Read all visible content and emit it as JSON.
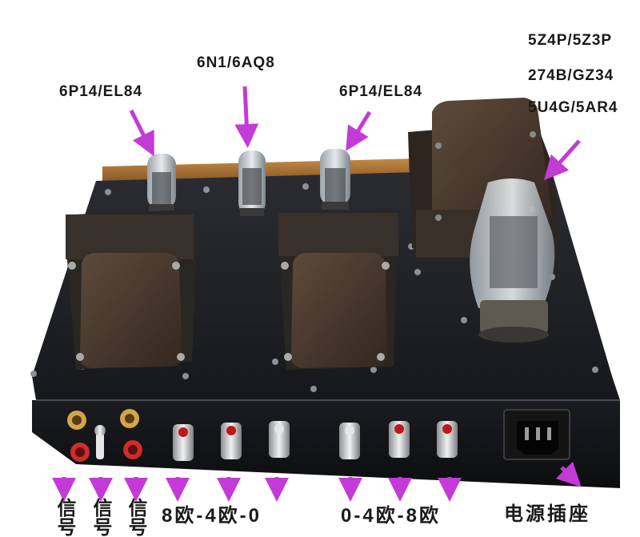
{
  "colors": {
    "arrow": "#c43ad6",
    "chassis_top": "#1c1d21",
    "chassis_front": "#101114",
    "transformer_bell": "#4a3b30",
    "wood": "#b07a3a",
    "gold": "#c9a24a",
    "red": "#c81e1e"
  },
  "labels": {
    "tube_left": "6P14/EL84",
    "tube_mid": "6N1/6AQ8",
    "tube_right": "6P14/EL84",
    "rectifier_line1": "5Z4P/5Z3P",
    "rectifier_line2": "274B/GZ34",
    "rectifier_line3": "5U4G/5AR4",
    "signal_1": "信号",
    "signal_2": "信号",
    "signal_3": "信号",
    "speaker_left": "8欧-4欧-0",
    "speaker_right": "0-4欧-8欧",
    "power_socket": "电源插座"
  }
}
